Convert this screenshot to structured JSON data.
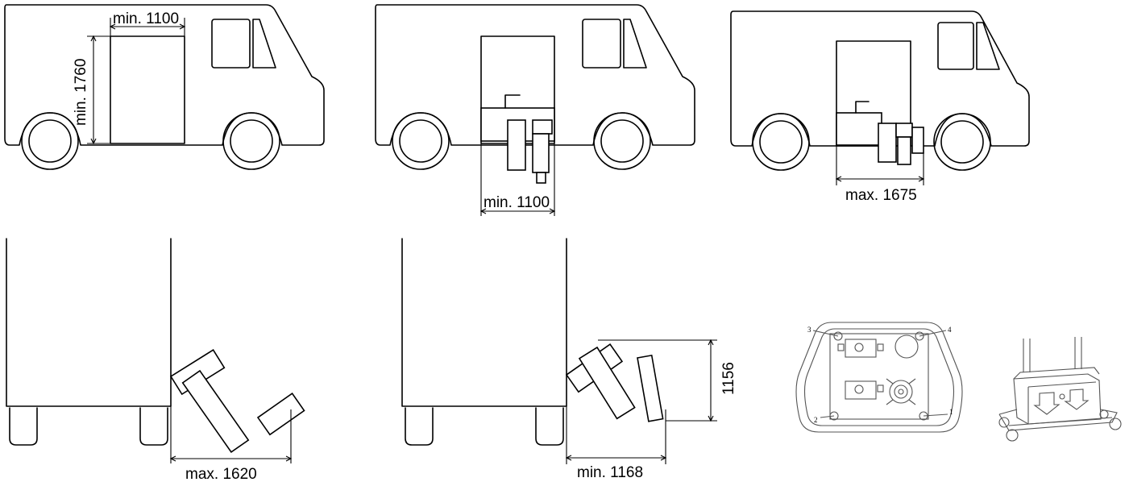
{
  "dimensions": {
    "van_door_width": "min. 1100",
    "van_door_height": "min. 1760",
    "van_clearance_width": "min. 1100",
    "van_max_length": "max. 1675",
    "ramp_max_length": "max. 1620",
    "ramp_min_length": "min. 1168",
    "ramp_height": "1156"
  },
  "part_labels": [
    "1",
    "2",
    "3",
    "4"
  ]
}
